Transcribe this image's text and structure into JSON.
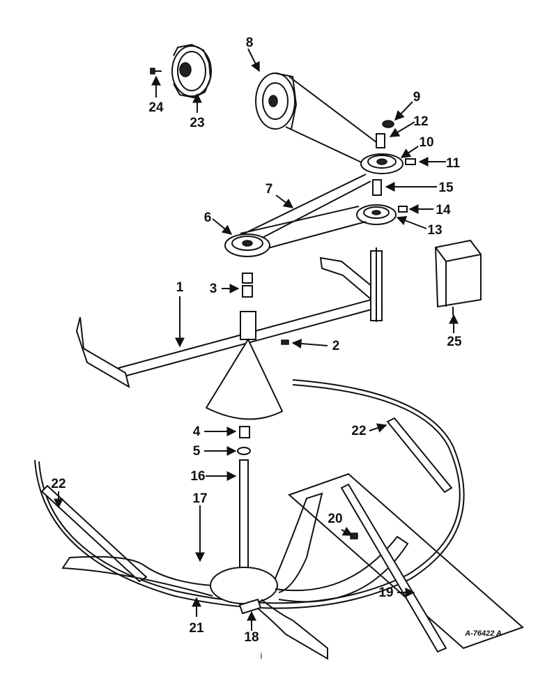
{
  "callouts": [
    "1",
    "2",
    "3",
    "4",
    "5",
    "6",
    "7",
    "8",
    "9",
    "10",
    "11",
    "12",
    "13",
    "14",
    "15",
    "16",
    "17",
    "18",
    "19",
    "20",
    "21",
    "22",
    "22",
    "23",
    "24",
    "25"
  ],
  "drawing_code": "A-76422 A",
  "small_mark": "i"
}
